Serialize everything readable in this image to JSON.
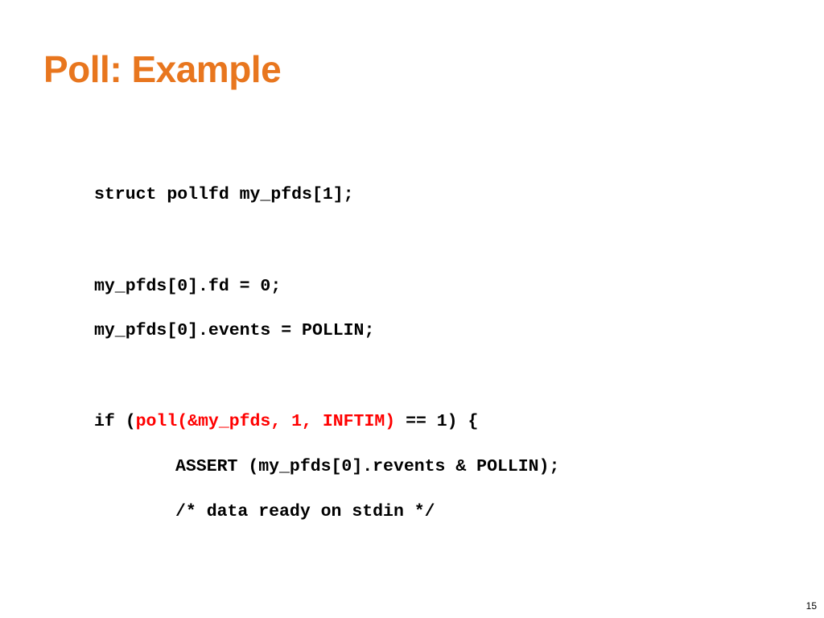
{
  "slide": {
    "title": "Poll: Example",
    "page_number": "15",
    "accent_color": "#e8761e",
    "highlight_color": "#ff0000"
  },
  "code": {
    "line1": "struct pollfd my_pfds[1];",
    "line2": "my_pfds[0].fd = 0;",
    "line3": "my_pfds[0].events = POLLIN;",
    "line4_prefix": "if (",
    "line4_highlight": "poll(&my_pfds, 1, INFTIM)",
    "line4_suffix": " == 1) {",
    "line5": "ASSERT (my_pfds[0].revents & POLLIN);",
    "line6": "/* data ready on stdin */"
  }
}
